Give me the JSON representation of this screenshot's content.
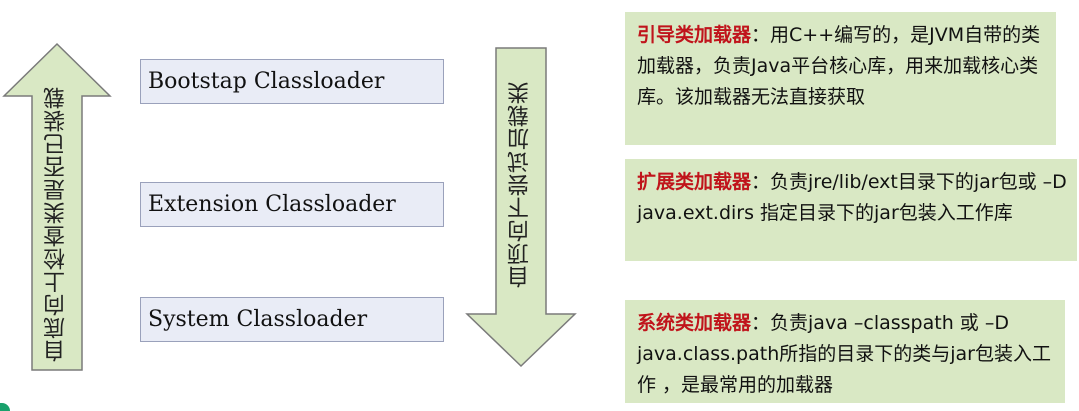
{
  "arrows": {
    "left_up": {
      "label": "自底向上检查类是否已装载"
    },
    "right_down": {
      "label": "自顶向下尝试加载类"
    }
  },
  "loaders": [
    {
      "name": "Bootstap Classloader"
    },
    {
      "name": "Extension Classloader"
    },
    {
      "name": "System Classloader"
    }
  ],
  "descriptions": [
    {
      "title": "引导类加载器",
      "sep": "：",
      "text": "用C++编写的，是JVM自带的类加载器，负责Java平台核心库，用来加载核心类库。该加载器无法直接获取"
    },
    {
      "title": "扩展类加载器",
      "sep": "：",
      "text": "负责jre/lib/ext目录下的jar包或 –D java.ext.dirs 指定目录下的jar包装入工作库"
    },
    {
      "title": "系统类加载器",
      "sep": "：",
      "text": "负责java –classpath 或 –D java.class.path所指的目录下的类与jar包装入工作 ，是最常用的加载器"
    }
  ],
  "colors": {
    "arrow_fill": "#d9e8c4",
    "loader_fill": "#e9ecf6",
    "desc_fill": "#d9e8c4",
    "title_red": "#c0141b"
  }
}
